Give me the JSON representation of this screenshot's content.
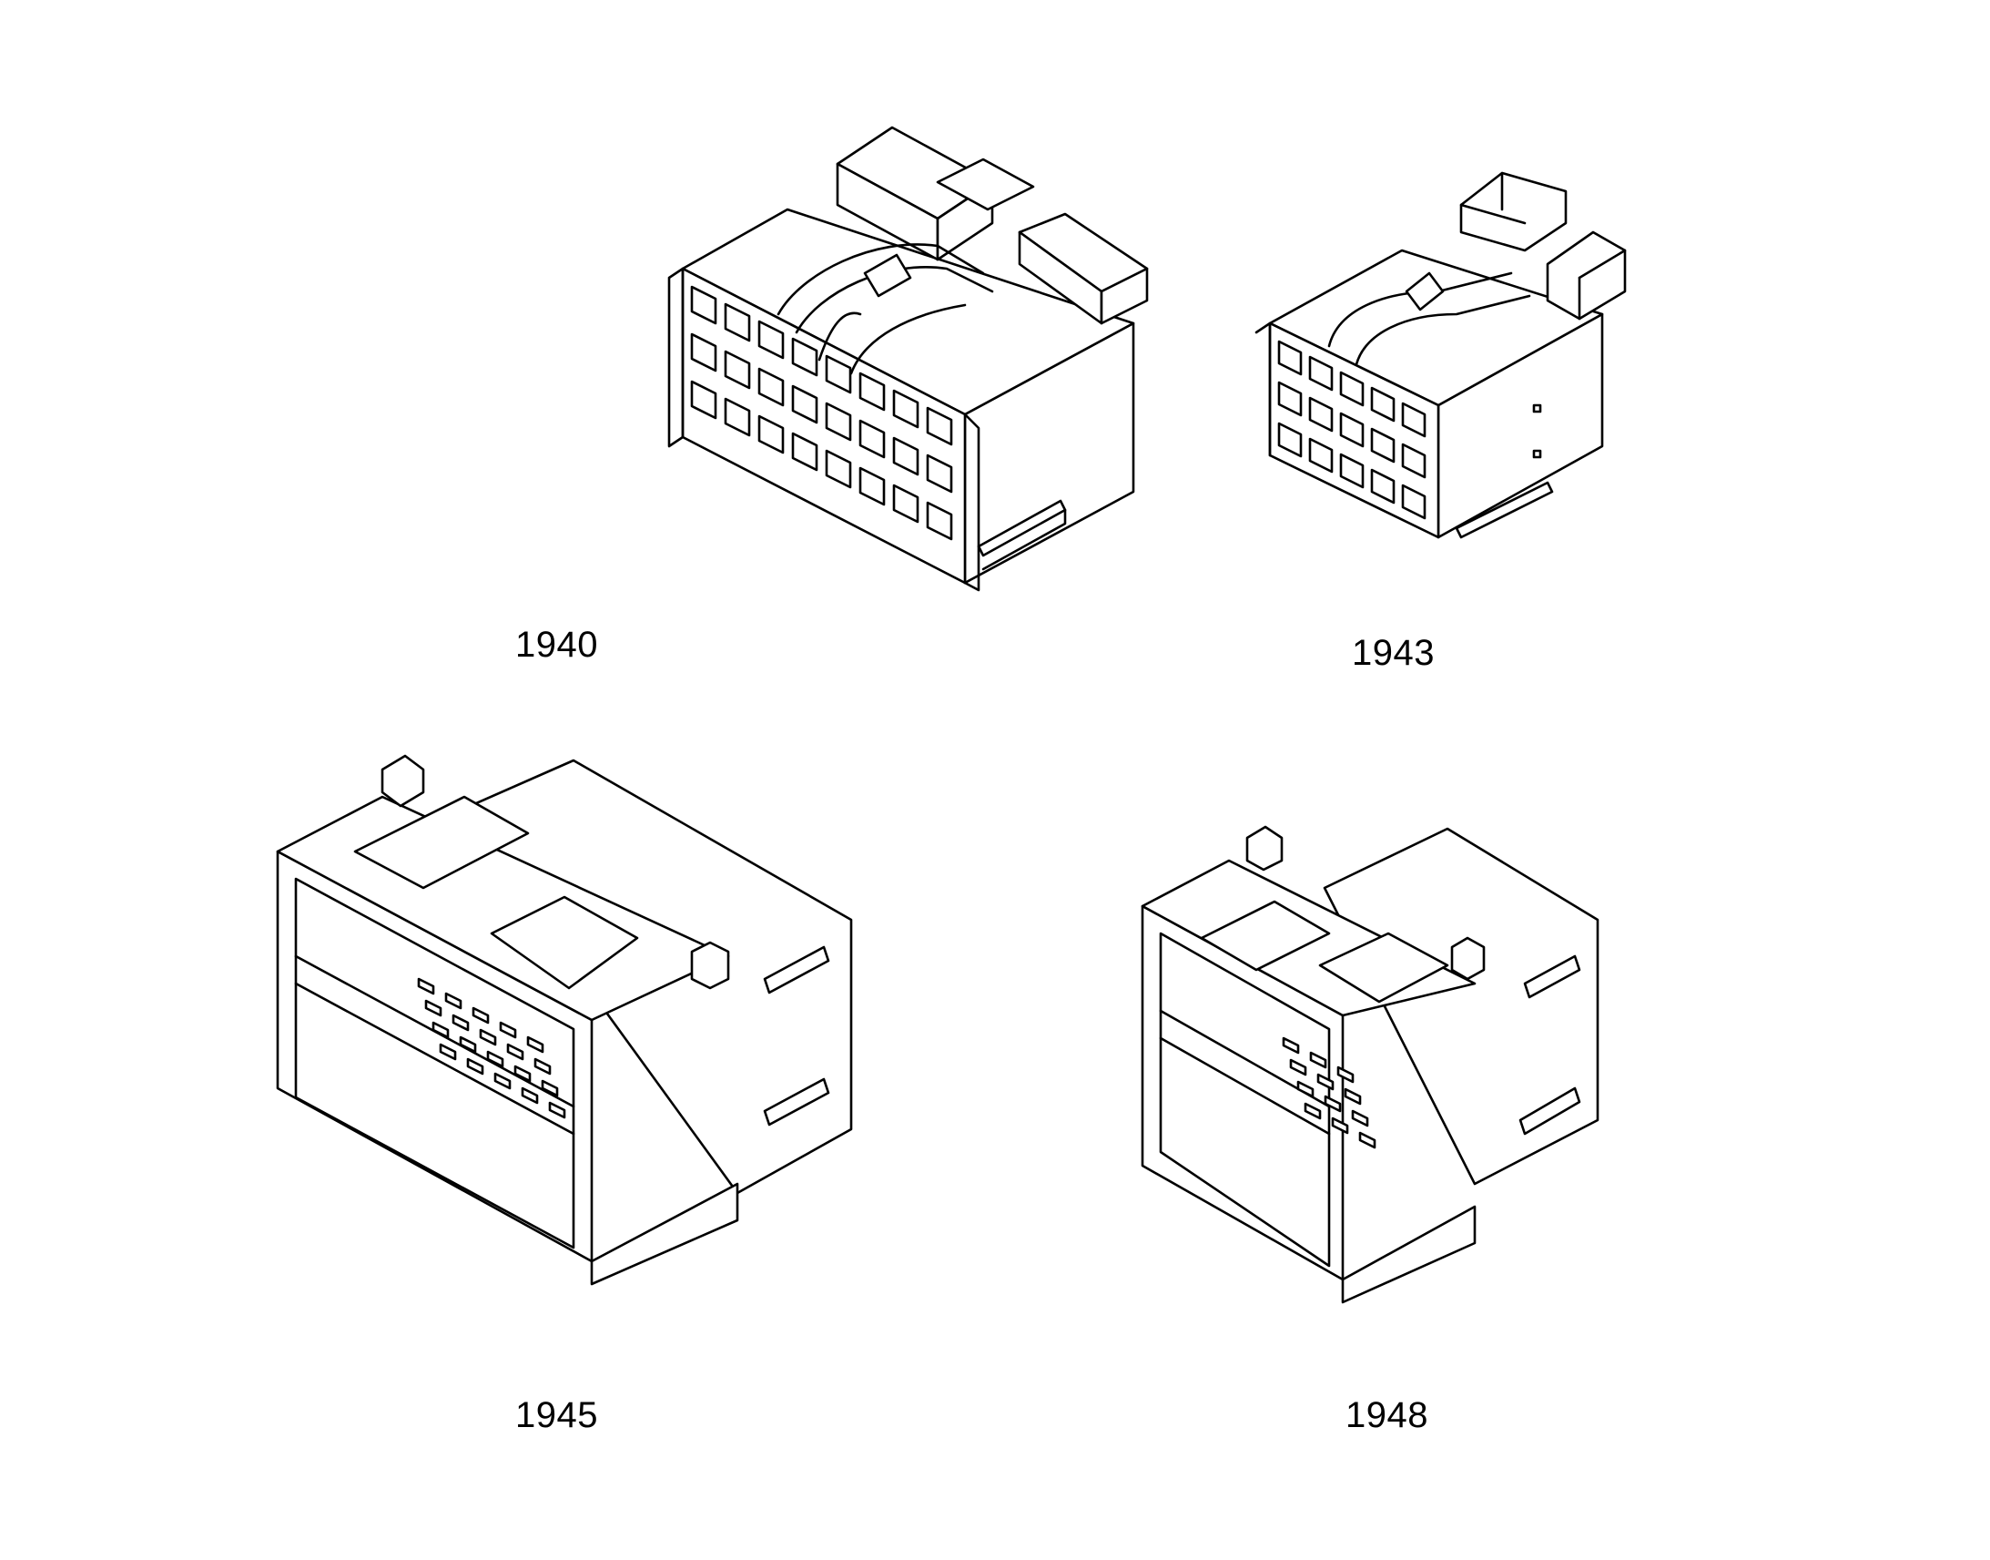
{
  "figure": {
    "parts": [
      {
        "id": "connector-1940",
        "label": "1940"
      },
      {
        "id": "connector-1943",
        "label": "1943"
      },
      {
        "id": "connector-1945",
        "label": "1945"
      },
      {
        "id": "connector-1948",
        "label": "1948"
      }
    ]
  },
  "colors": {
    "line": "#000000",
    "background": "#ffffff"
  }
}
